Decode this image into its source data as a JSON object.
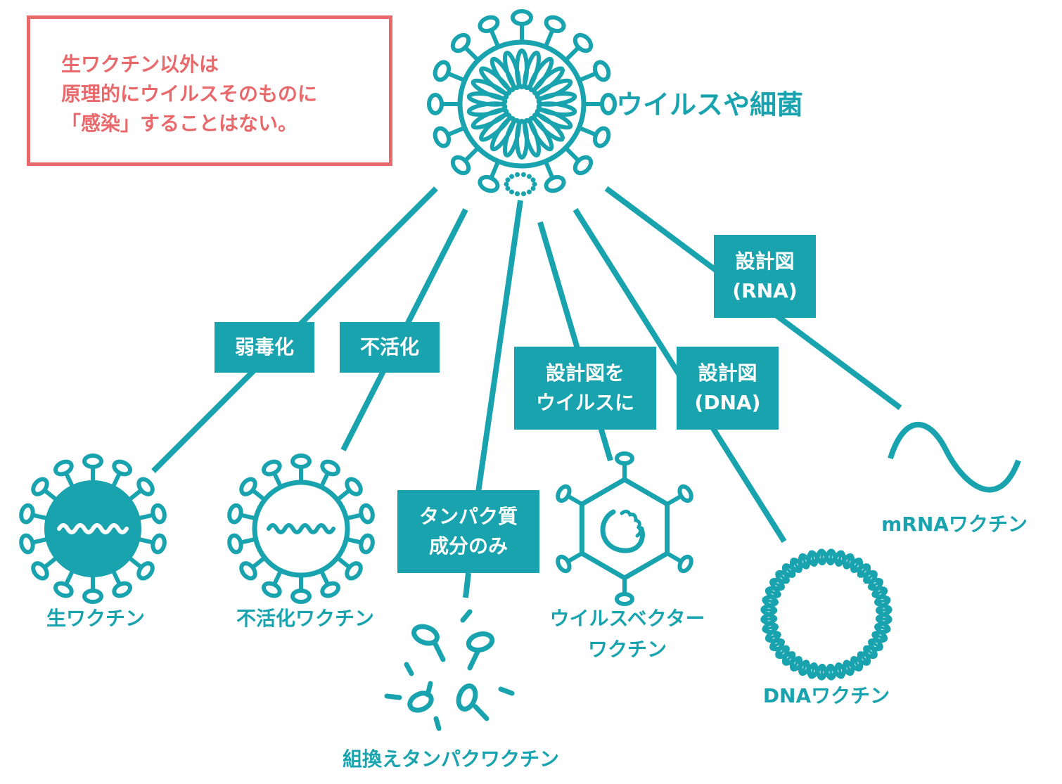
{
  "colors": {
    "teal": "#19a3ae",
    "red": "#e8696c"
  },
  "note": {
    "lines": [
      "生ワクチン以外は",
      "原理的にウイルスそのものに",
      "「感染」することはない。"
    ]
  },
  "source": {
    "label": "ウイルスや細菌",
    "icon": "virus-icon"
  },
  "methods": {
    "attenuation": "弱毒化",
    "inactivation": "不活化",
    "protein_only": [
      "タンパク質",
      "成分のみ"
    ],
    "blueprint_to_virus": [
      "設計図を",
      "ウイルスに"
    ],
    "blueprint_dna": [
      "設計図",
      "(DNA)"
    ],
    "blueprint_rna": [
      "設計図",
      "(RNA)"
    ]
  },
  "vaccines": {
    "live": "生ワクチン",
    "inactivated": "不活化ワクチン",
    "recombinant_protein": "組換えタンパクワクチン",
    "viral_vector": [
      "ウイルスベクター",
      "ワクチン"
    ],
    "dna": "DNAワクチン",
    "mrna": "mRNAワクチン"
  }
}
